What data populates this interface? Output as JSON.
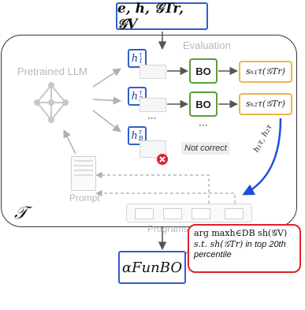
{
  "input_box": {
    "label": "e, h, 𝒢Tr, 𝒢V"
  },
  "labels": {
    "evaluation": "Evaluation",
    "pretrained_llm": "Pretrained LLM",
    "prompt": "Prompt",
    "programs_database": "Programs database",
    "tau": "𝒯",
    "not_correct": "Not correct",
    "ellipsis": "···"
  },
  "heuristics": [
    {
      "label": "h",
      "sup": "τ",
      "sub": "1"
    },
    {
      "label": "h",
      "sup": "τ",
      "sub": "2"
    },
    {
      "label": "h",
      "sup": "τ",
      "sub": "B"
    }
  ],
  "bo_label": "BO",
  "scores": [
    {
      "label": "sₕ₁τ(𝒢Tr)"
    },
    {
      "label": "sₕ₂τ(𝒢Tr)"
    }
  ],
  "blue_arrow_label": "h₁τ, h₂τ",
  "output": {
    "label": "αFunBO"
  },
  "criterion": {
    "line1": "arg maxh∈DB sh(𝒢V)",
    "line2_prefix": "s.t. sh(𝒢Tr)",
    "line2_suffix": "in top 20th",
    "line3": "percentile"
  },
  "colors": {
    "blue": "#2f5fd0",
    "green": "#5a9e3a",
    "yellow": "#e8b84a",
    "red": "#e0202a",
    "grey": "#bdbdbd"
  }
}
